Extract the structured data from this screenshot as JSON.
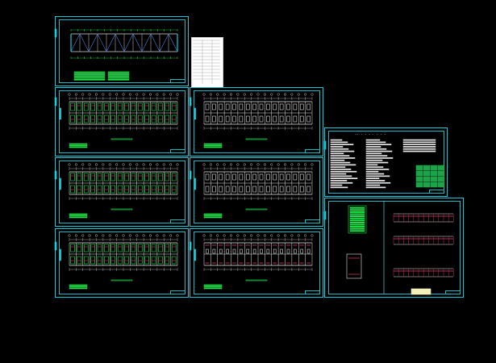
{
  "viewer": {
    "background": "#000000",
    "sheet_border_color": "#19c8d8",
    "grid_color": "#22e24a",
    "axis_color": "#e8e8e8",
    "rebar_color": "#e53a6b",
    "dim_color": "#c9c9c9"
  },
  "sheets": [
    {
      "id": "sheet-1",
      "kind": "truss-elevation"
    },
    {
      "id": "sheet-2",
      "kind": "floor-plan-dense"
    },
    {
      "id": "sheet-3",
      "kind": "floor-plan-light"
    },
    {
      "id": "sheet-4",
      "kind": "floor-plan-dense"
    },
    {
      "id": "sheet-5",
      "kind": "floor-plan-light"
    },
    {
      "id": "sheet-6",
      "kind": "floor-plan-dense"
    },
    {
      "id": "sheet-7",
      "kind": "floor-plan-red"
    },
    {
      "id": "sheet-8",
      "kind": "notes-and-tables"
    },
    {
      "id": "sheet-9",
      "kind": "details-and-sections"
    }
  ],
  "legend_table": {
    "rows": 14
  },
  "notes_sheet": {
    "title": "·· · · · · · · ·"
  }
}
